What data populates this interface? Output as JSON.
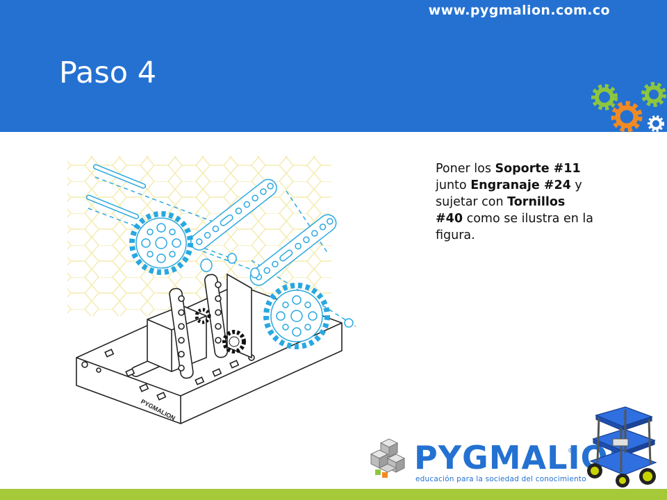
{
  "header": {
    "url": "www.pygmalion.com.co",
    "title": "Paso 4"
  },
  "instructions": {
    "t1": "Poner los ",
    "b1": "Soporte #11",
    "t2": " junto ",
    "b2": "Engranaje #24",
    "t3": " y sujetar con ",
    "b3": "Tornillos #40",
    "t4": " como se ilustra en la figura."
  },
  "logo": {
    "name": "PYGMALION",
    "registered": "®",
    "tagline": "educación para la sociedad del conocimiento"
  },
  "colors": {
    "header_blue": "#2471d1",
    "part_blue": "#29a8e0",
    "footer_green": "#a6c93a",
    "gear_green": "#8dc63f",
    "gear_orange": "#f08a24"
  },
  "icons": {
    "header": "gears-icon",
    "diagram": "assembly-diagram",
    "robot": "robot-kit-image"
  }
}
